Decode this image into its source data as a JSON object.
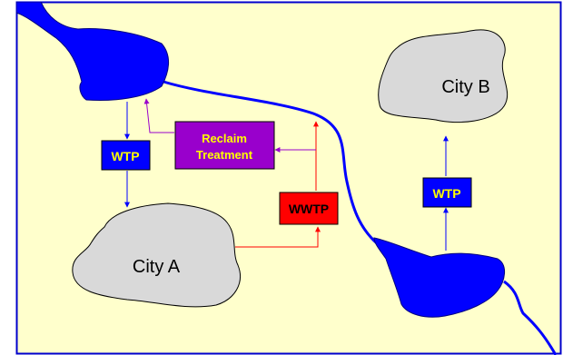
{
  "diagram": {
    "colors": {
      "background": "#FFFFCC",
      "frame": "#0000CC",
      "water": "#0000FF",
      "city": "#D9D9D9",
      "wtp": "#0000FF",
      "wwtp": "#FF0000",
      "reclaim": "#9900CC",
      "label_yellow": "#FFFF00"
    },
    "city_a": {
      "label": "City A"
    },
    "city_b": {
      "label": "City B"
    },
    "wtp_left": {
      "label": "WTP"
    },
    "wtp_right": {
      "label": "WTP"
    },
    "wwtp": {
      "label": "WWTP"
    },
    "reclaim": {
      "line1": "Reclaim",
      "line2": "Treatment"
    }
  }
}
